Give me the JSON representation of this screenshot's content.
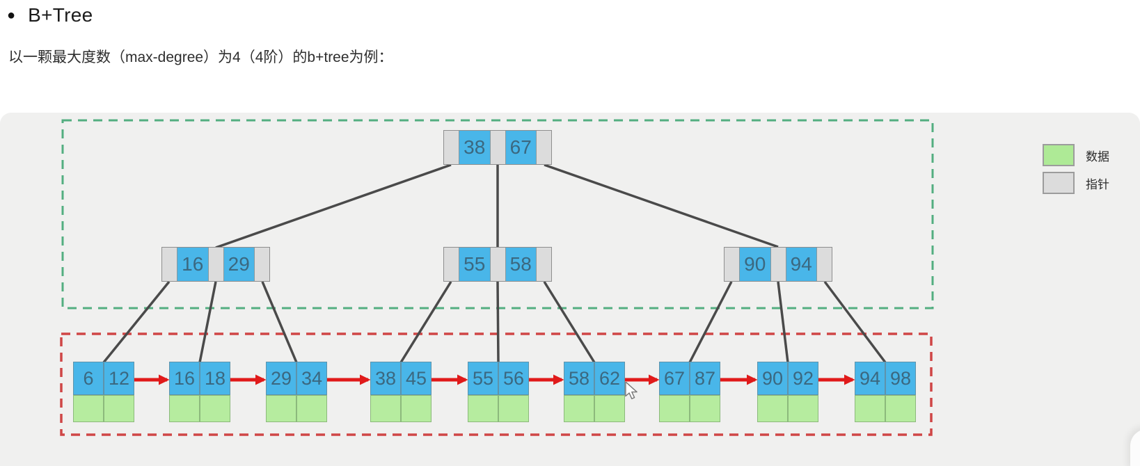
{
  "page": {
    "bullet": "●",
    "title": "B+Tree",
    "subtitle": "以一颗最大度数（max-degree）为4（4阶）的b+tree为例："
  },
  "legend": {
    "items": [
      {
        "label": "数据",
        "color": "#aeea96"
      },
      {
        "label": "指针",
        "color": "#dcdcdc"
      }
    ]
  },
  "tree": {
    "root": {
      "keys": [
        "38",
        "67"
      ]
    },
    "internal": [
      {
        "keys": [
          "16",
          "29"
        ]
      },
      {
        "keys": [
          "55",
          "58"
        ]
      },
      {
        "keys": [
          "90",
          "94"
        ]
      }
    ],
    "leaves": [
      {
        "keys": [
          "6",
          "12"
        ]
      },
      {
        "keys": [
          "16",
          "18"
        ]
      },
      {
        "keys": [
          "29",
          "34"
        ]
      },
      {
        "keys": [
          "38",
          "45"
        ]
      },
      {
        "keys": [
          "55",
          "56"
        ]
      },
      {
        "keys": [
          "58",
          "62"
        ]
      },
      {
        "keys": [
          "67",
          "87"
        ]
      },
      {
        "keys": [
          "90",
          "92"
        ]
      },
      {
        "keys": [
          "94",
          "98"
        ]
      }
    ]
  },
  "colors": {
    "key_cell_blue": "#49b6e9",
    "data_cell_green": "#b6ec9f",
    "pointer_cell_gray": "#dcdcdc",
    "leaf_chain_arrow_red": "#e01a1a",
    "index_region_dashed_green": "#53ae80",
    "leaf_region_dashed_red": "#cf4646",
    "tree_edge_gray": "#4a4a4a",
    "panel_gray": "#f0f0ef"
  }
}
